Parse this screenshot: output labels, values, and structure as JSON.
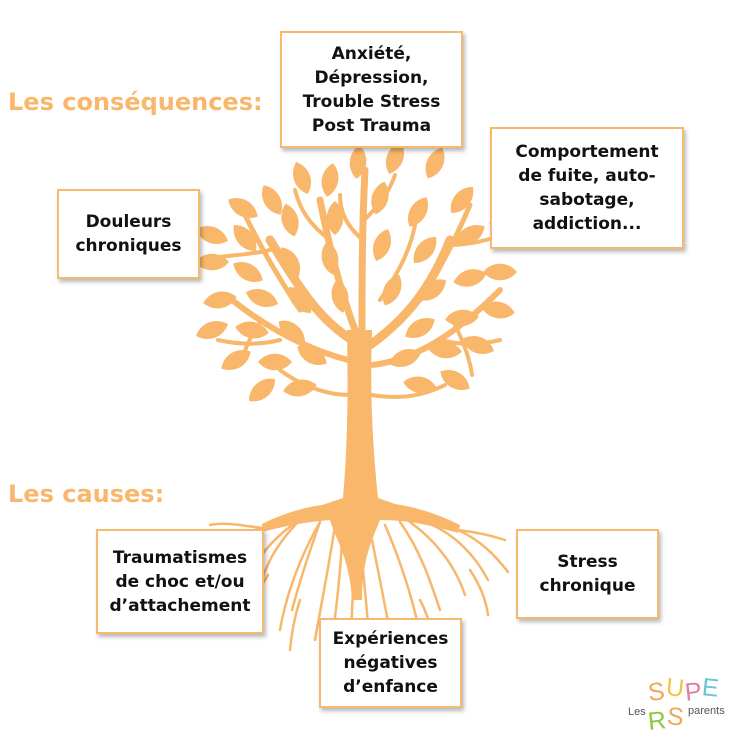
{
  "headings": {
    "consequences": "Les conséquences:",
    "causes": "Les causes:"
  },
  "consequences": {
    "top": [
      "Anxiété,",
      "Dépression,",
      "Trouble Stress",
      "Post Trauma"
    ],
    "left": [
      "Douleurs",
      "chroniques"
    ],
    "right": [
      "Comportement",
      "de fuite, auto-",
      "sabotage,",
      "addiction..."
    ]
  },
  "causes": {
    "left": [
      "Traumatismes",
      "de choc et/ou",
      "d’attachement"
    ],
    "center": [
      "Expériences",
      "négatives",
      "d’enfance"
    ],
    "right": [
      "Stress",
      "chronique"
    ]
  },
  "logo": {
    "prefix": "Les",
    "letters": [
      "S",
      "U",
      "P",
      "E",
      "R",
      "S"
    ],
    "suffix": "parents"
  },
  "colors": {
    "tree": "#f8b76b",
    "heading": "#f8b76b",
    "box_border": "#f7b870",
    "text": "#111111",
    "logo_letters": [
      "#f2a65a",
      "#f5c342",
      "#e57c9a",
      "#6fc3d8",
      "#8dc63f",
      "#f2a65a"
    ]
  }
}
